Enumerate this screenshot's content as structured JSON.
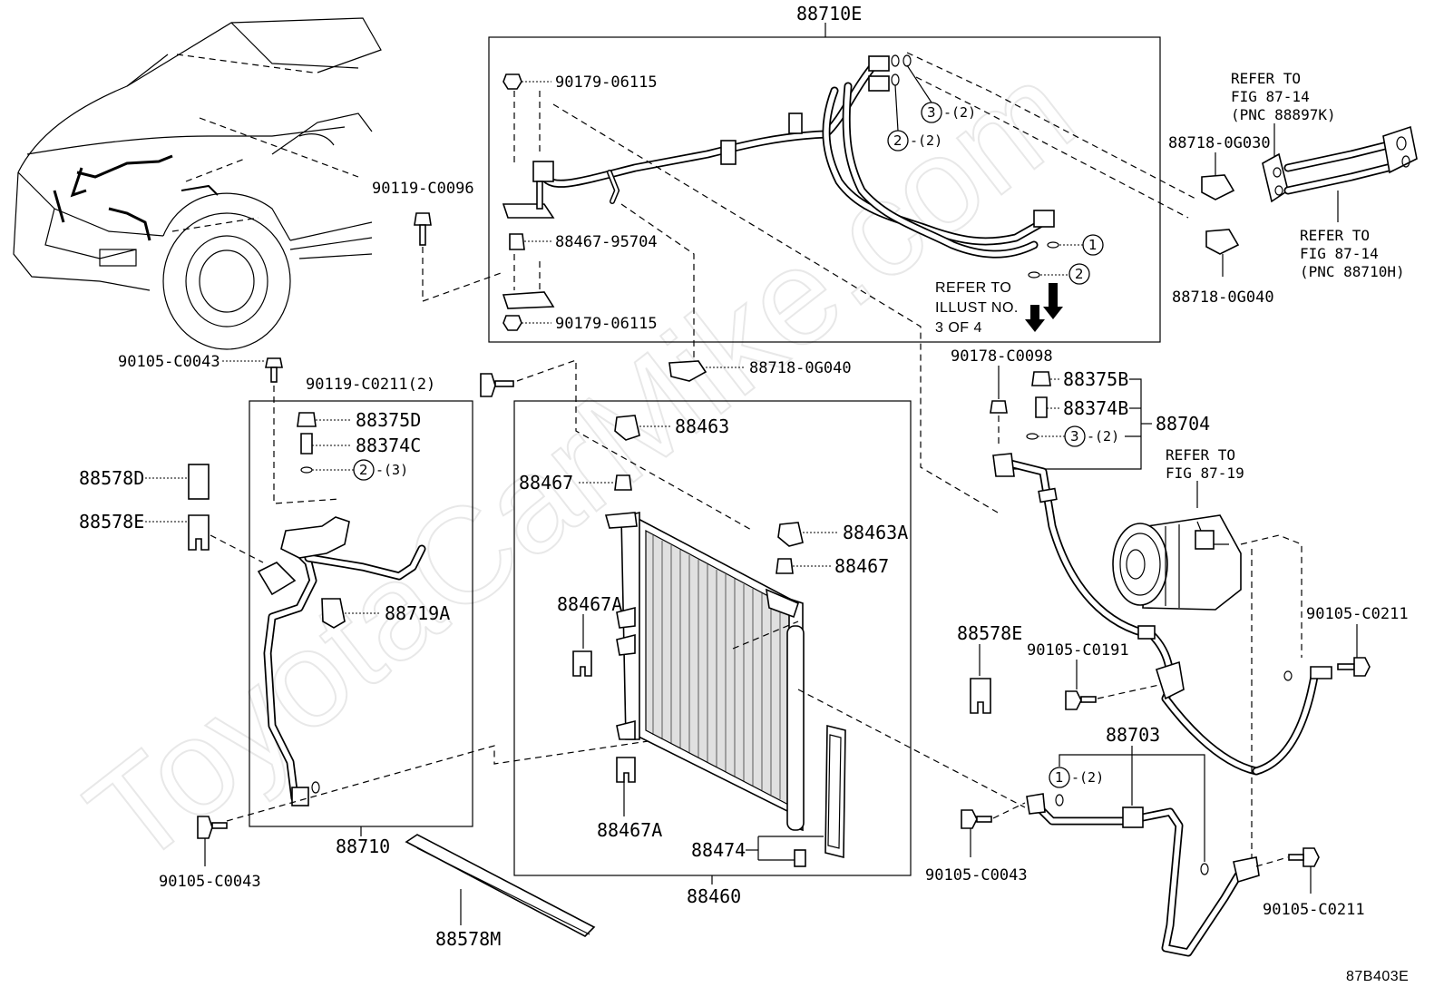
{
  "watermark": "ToyotaCarMike.com",
  "figure_code": "87B403E",
  "labels": {
    "p88710E": "88710E",
    "p90179_06115_top": "90179-06115",
    "p90179_06115_bot": "90179-06115",
    "p88467_95704": "88467-95704",
    "p90119_C0096": "90119-C0096",
    "p90105_C0043_top": "90105-C0043",
    "p90119_C0211": "90119-C0211(2)",
    "p88718_0G040_mid": "88718-0G040",
    "p88375D": "88375D",
    "p88374C": "88374C",
    "p88578D": "88578D",
    "p88578E_left": "88578E",
    "p88719A": "88719A",
    "p88710": "88710",
    "p90105_C0043_bl": "90105-C0043",
    "p88578M": "88578M",
    "p88463": "88463",
    "p88467_a": "88467",
    "p88463A": "88463A",
    "p88467_b": "88467",
    "p88467A_top": "88467A",
    "p88467A_bot": "88467A",
    "p88474": "88474",
    "p88460": "88460",
    "p88718_0G030": "88718-0G030",
    "p88718_0G040_right": "88718-0G040",
    "p90178_C0098": "90178-C0098",
    "p88375B": "88375B",
    "p88374B": "88374B",
    "p88704": "88704",
    "p88578E_right": "88578E",
    "p90105_C0191": "90105-C0191",
    "p90105_C0211_right": "90105-C0211",
    "p88703": "88703",
    "p90105_C0043_br": "90105-C0043",
    "p90105_C0211_bot": "90105-C0211"
  },
  "qty": {
    "q2_2": "-(2)",
    "q3_2": "-(2)",
    "q2_3": "-(3)",
    "q3_2b": "-(2)",
    "q1_2": "-(2)"
  },
  "circle_refs": {
    "c3_top": "3",
    "c2_top": "2",
    "c1_right": "1",
    "c2_right": "2",
    "c2_left": "2",
    "c3_mid": "3",
    "c1_bot": "1"
  },
  "notes": {
    "refer_illust": [
      "REFER TO",
      "ILLUST NO.",
      "3 OF 4"
    ],
    "refer_88897K": [
      "REFER TO",
      "FIG 87-14",
      "(PNC 88897K)"
    ],
    "refer_88710H": [
      "REFER TO",
      "FIG 87-14",
      "(PNC 88710H)"
    ],
    "refer_87_19": [
      "REFER TO",
      "FIG 87-19"
    ]
  }
}
